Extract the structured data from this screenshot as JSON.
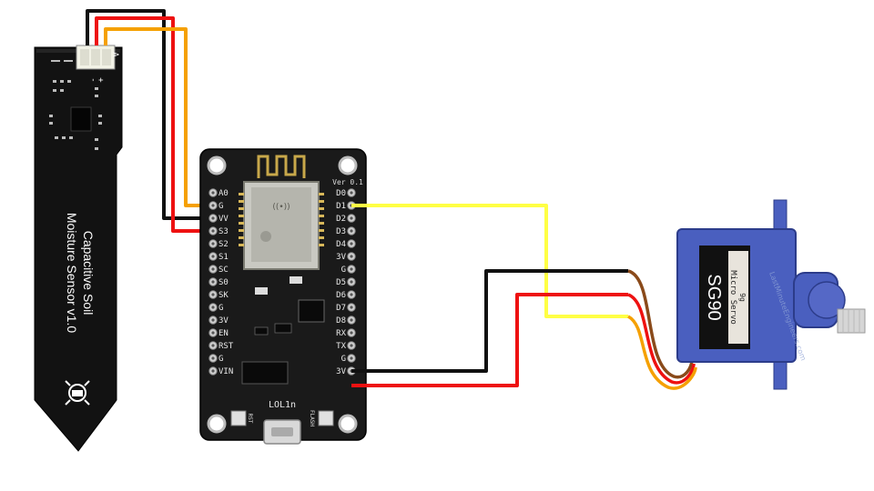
{
  "sensor": {
    "name_line1": "Capacitive Soil",
    "name_line2": "Moisture Sensor v1.0",
    "conn_labels": [
      "-",
      "+",
      "A"
    ]
  },
  "board": {
    "name": "LOL1n",
    "version": "Ver 0.1",
    "left_pins": [
      "A0",
      "G",
      "VV",
      "S3",
      "S2",
      "S1",
      "SC",
      "S0",
      "SK",
      "G",
      "3V",
      "EN",
      "RST",
      "G",
      "VIN"
    ],
    "right_pins": [
      "D0",
      "D1",
      "D2",
      "D3",
      "D4",
      "3V",
      "G",
      "D5",
      "D6",
      "D7",
      "D8",
      "RX",
      "TX",
      "G",
      "3V"
    ],
    "button_left": "RST",
    "button_right": "FLASH"
  },
  "servo": {
    "model": "SG90",
    "title_line1": "Micro Servo",
    "title_line2": "9g",
    "watermark": "LastMinuteEngineers.com"
  },
  "colors": {
    "wire_black": "#111111",
    "wire_red": "#ee1111",
    "wire_orange": "#f5a000",
    "wire_yellow": "#ffff44",
    "servo_blue": "#4a5fbf",
    "board_black": "#1a1a1a"
  }
}
